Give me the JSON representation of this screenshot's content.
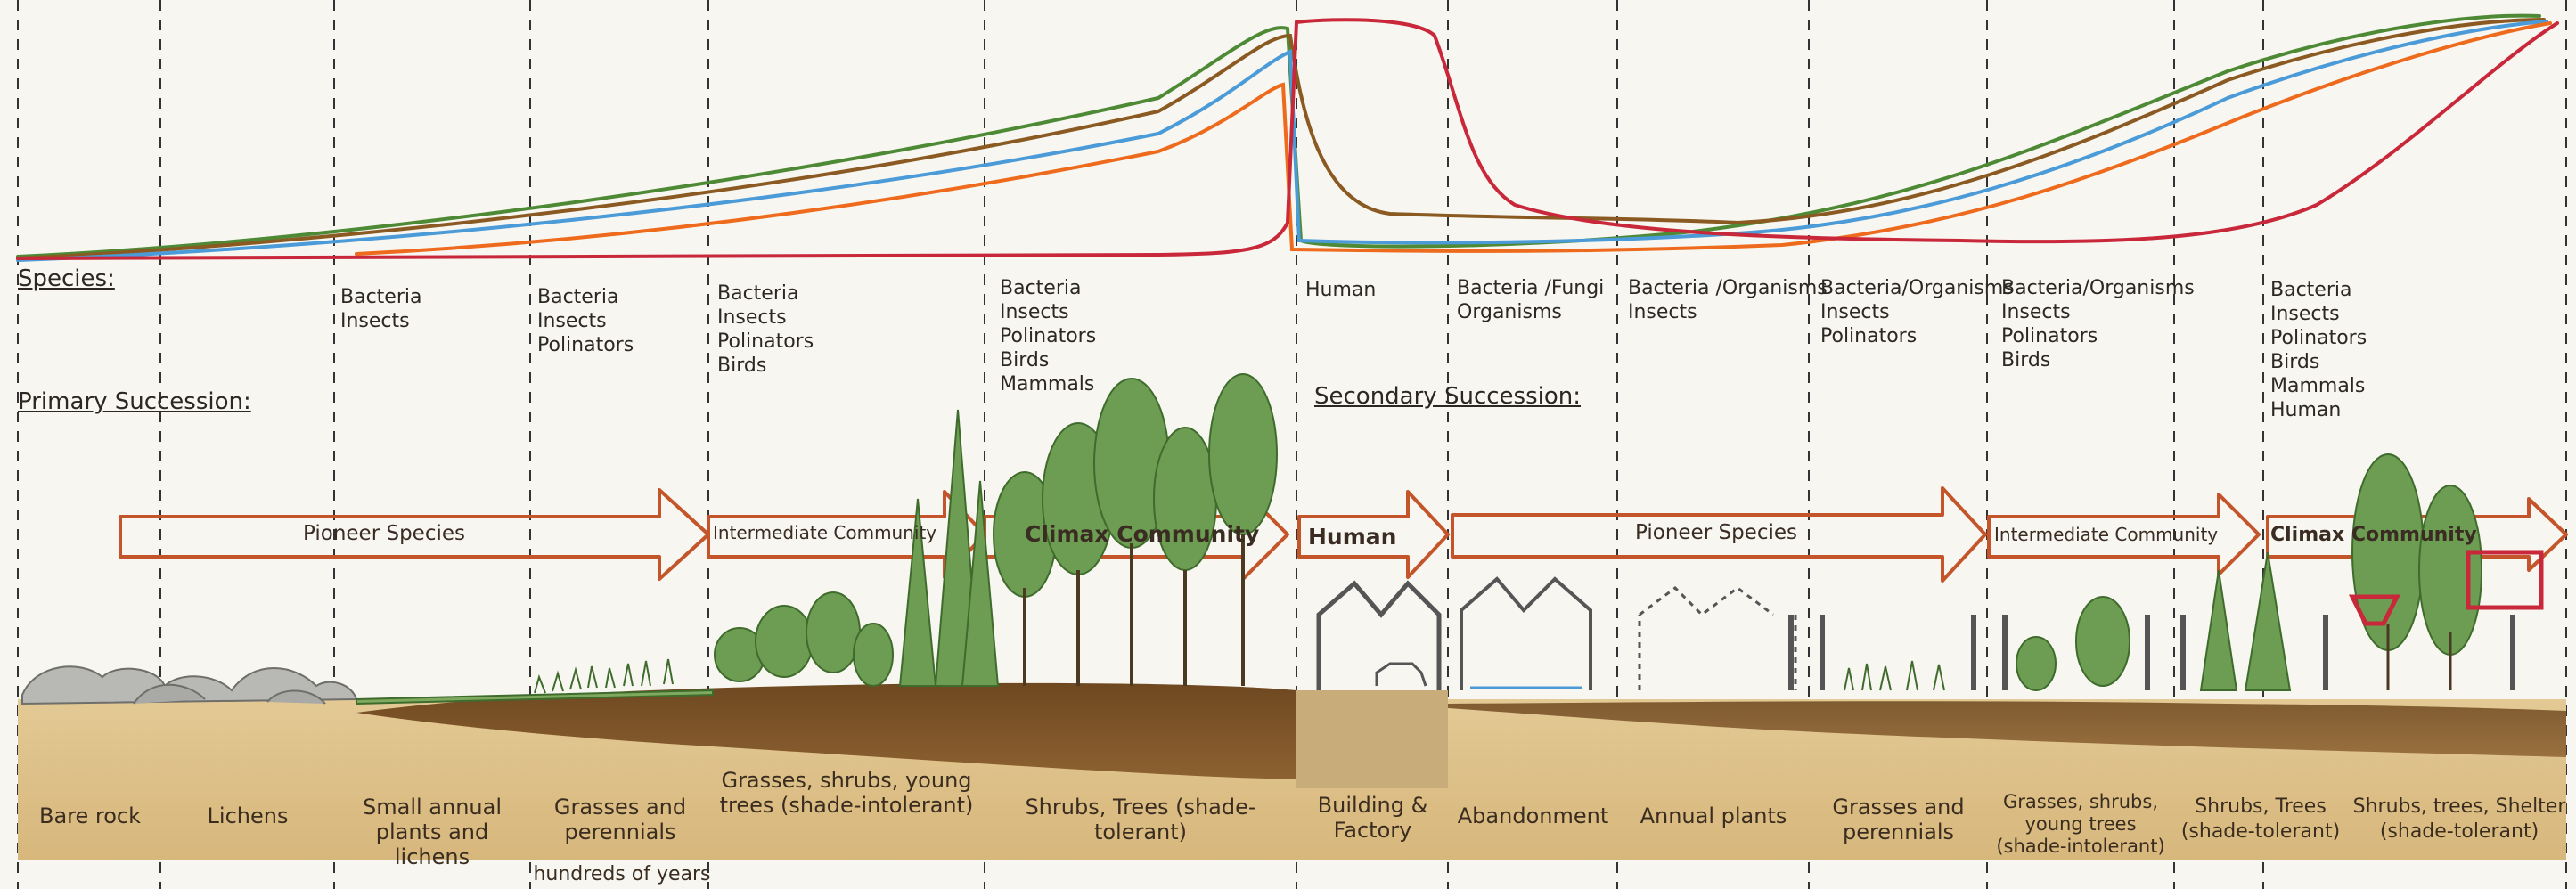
{
  "headings": {
    "species": "Species:",
    "primary": "Primary Succession:",
    "secondary": "Secondary Succession:"
  },
  "species_columns": [
    [
      "Bacteria",
      "Insects"
    ],
    [
      "Bacteria",
      "Insects",
      "Polinators"
    ],
    [
      "Bacteria",
      "Insects",
      "Polinators",
      "Birds"
    ],
    [
      "Bacteria",
      "Insects",
      "Polinators",
      "Birds",
      "Mammals"
    ],
    [
      "Human"
    ],
    [
      "Bacteria /Fungi",
      "Organisms"
    ],
    [
      "Bacteria /Organisms",
      "Insects"
    ],
    [
      "Bacteria/Organisms",
      "Insects",
      "Polinators"
    ],
    [
      "Bacteria/Organisms",
      "Insects",
      "Polinators",
      "Birds"
    ],
    [
      "Bacteria",
      "Insects",
      "Polinators",
      "Birds",
      "Mammals",
      "Human"
    ]
  ],
  "arrows": {
    "pioneer1": "Pioneer Species",
    "intermediate1": "Intermediate Community",
    "climax1": "Climax Community",
    "human": "Human",
    "pioneer2": "Pioneer Species",
    "intermediate2": "Intermediate Community",
    "climax2": "Climax Community"
  },
  "stages": [
    "Bare rock",
    "Lichens",
    "Small annual plants and lichens",
    "Grasses and perennials",
    "Grasses, shrubs, young trees (shade-intolerant)",
    "Shrubs, Trees (shade-tolerant)",
    "Building & Factory",
    "Abandonment",
    "Annual plants",
    "Grasses and perennials",
    "Grasses, shrubs, young trees (shade-intolerant)",
    "Shrubs, Trees (shade-tolerant)",
    "Shrubs, trees, Shelter (shade-tolerant)"
  ],
  "footnote": "hundreds of years",
  "colors": {
    "paper": "#f7f6f1",
    "arrow": "#c4552a",
    "green_line": "#4e8a35",
    "brown_line": "#8a5a22",
    "blue_line": "#4a9bd8",
    "orange_line": "#ee6a1c",
    "red_line": "#c8283a",
    "soil_dark": "#7a5128",
    "soil_light": "#dcc08d",
    "tree": "#5d8f45",
    "building": "#555555"
  }
}
